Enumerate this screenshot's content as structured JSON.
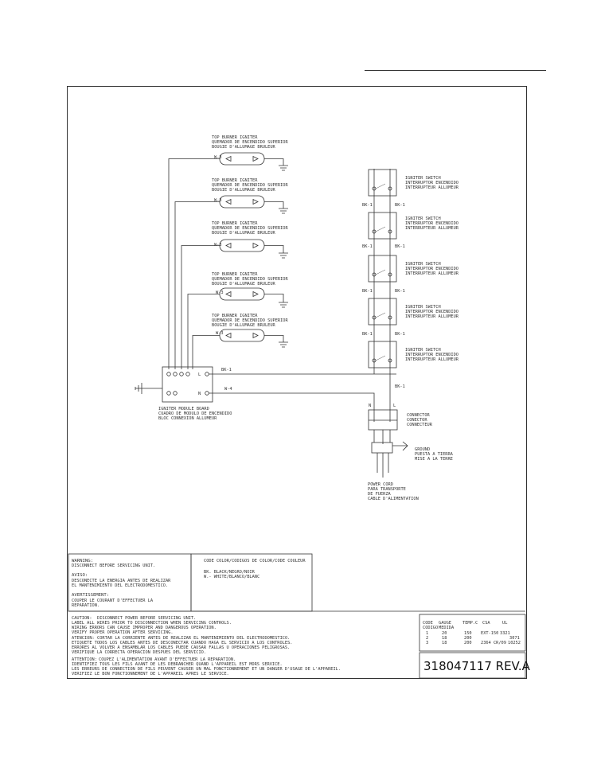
{
  "igniters": [
    {
      "lines": [
        "TOP BURNER IGNITER",
        "QUEMADOR DE ENCENDIDO SUPERIOR",
        "BOUGIE D'ALLUMAGE BRULEUR"
      ],
      "wire": "W-3"
    },
    {
      "lines": [
        "TOP BURNER IGNITER",
        "QUEMADOR DE ENCENDIDO SUPERIOR",
        "BOUGIE D'ALLUMAGE BRULEUR"
      ],
      "wire": "W-3"
    },
    {
      "lines": [
        "TOP BURNER IGNITER",
        "QUEMADOR DE ENCENDIDO SUPERIOR",
        "BOUGIE D'ALLUMAGE BRULEUR"
      ],
      "wire": "W-3"
    },
    {
      "lines": [
        "TOP BURNER IGNITER",
        "QUEMADOR DE ENCENDIDO SUPERIOR",
        "BOUGIE D'ALLUMAGE BRULEUR"
      ],
      "wire": "W-3"
    },
    {
      "lines": [
        "TOP BURNER IGNITER",
        "QUEMADOR DE ENCENDIDO SUPERIOR",
        "BOUGIE D'ALLUMAGE BRULEUR"
      ],
      "wire": "W-3"
    }
  ],
  "switches": [
    {
      "lines": [
        "IGNITER SWITCH",
        "INTERRUPTOR ENCENDIDO",
        "INTERRUPTEUR ALLUMEUR"
      ],
      "wires": [
        "BK-1",
        "BK-1"
      ]
    },
    {
      "lines": [
        "IGNITER SWITCH",
        "INTERRUPTOR ENCENDIDO",
        "INTERRUPTEUR ALLUMEUR"
      ],
      "wires": [
        "BK-1",
        "BK-1"
      ]
    },
    {
      "lines": [
        "IGNITER SWITCH",
        "INTERRUPTOR ENCENDIDO",
        "INTERRUPTEUR ALLUMEUR"
      ],
      "wires": [
        "BK-1",
        "BK-1"
      ]
    },
    {
      "lines": [
        "IGNITER SWITCH",
        "INTERRUPTOR ENCENDIDO",
        "INTERRUPTEUR ALLUMEUR"
      ],
      "wires": [
        "BK-1",
        "BK-1"
      ]
    },
    {
      "lines": [
        "IGNITER SWITCH",
        "INTERRUPTOR ENCENDIDO",
        "INTERRUPTEUR ALLUMEUR"
      ],
      "wires": [
        "BK-1",
        "BK-1"
      ]
    }
  ],
  "module": {
    "lines": [
      "IGNITER MODULE BOARD",
      "CUADRO DE MODULO DE ENCENDIDO",
      "BLOC CONNEXION ALLUMEUR"
    ],
    "terminal_l": "L",
    "terminal_n": "N",
    "wire_top": "BK-1",
    "wire_bottom": "W-4"
  },
  "connector": {
    "lines": [
      "CONNECTOR",
      "CONECTOR",
      "CONNECTEUR"
    ],
    "n": "N",
    "l": "L",
    "bk": "BK-1"
  },
  "ground": {
    "lines": [
      "GROUND",
      "PUESTA A TIERRA",
      "MISE A LA TERRE"
    ]
  },
  "power_cord": {
    "lines": [
      "POWER CORD",
      "PARA TRANSPORTE",
      "DE FUERZA",
      "CABLE D'ALIMENTATION"
    ]
  },
  "warnings": {
    "warning_title": "WARNING:",
    "warning_text": "DISCONNECT BEFORE SERVICING UNIT.",
    "aviso_title": "AVISO:",
    "aviso_lines": [
      "DESCONECTE LA ENERGIA ANTES DE REALIZAR",
      "EL MANTENIMIENTO DEL ELECTRODOMESTICO."
    ],
    "avert_title": "AVERTISSEMENT:",
    "avert_lines": [
      "COUPER LE COURANT D'EFFECTUER LA",
      "REPARATION."
    ]
  },
  "color_code": {
    "title": "CODE COLOR/CODIGOS DE COLOR/CODE COULEUR",
    "entries": [
      "BK.  BLACK/NEGRO/NOIR",
      "W.-  WHITE/BLANCO/BLANC"
    ]
  },
  "cautions": [
    {
      "label": "CAUTION:",
      "lines": [
        "DISCONNECT POWER BEFORE SERVICING UNIT.",
        "      LABEL ALL WIRES PRIOR TO DISCONNECTION WHEN SERVICING CONTROLS.",
        "      WIRING ERRORS CAN CAUSE IMPROPER AND DANGEROUS OPERATION.",
        "      VERIFY PROPER OPERATION AFTER SERVICING."
      ]
    },
    {
      "label": "ATENCION:",
      "lines": [
        "CORTAR LA CORRIENTE ANTES DE REALIZAR EL MANTENIMIENTO DEL ELECTRODOMESTICO.",
        "      ETIQUETE TODOS LOS CABLES ANTES DE DESCONECTAR CUANDO HAGA EL SERVICIO A LOS CONTROLES.",
        "      ERRORES AL VOLVER A ENSAMBLAR LOS CABLES PUEDE CAUSAR FALLAS U OPERACIONES PELIGROSAS.",
        "      VERIFIQUE LA CORRECTA OPERACION DESPUES DEL SERVICIO."
      ]
    },
    {
      "label": "ATTENTION:",
      "lines": [
        "COUPEZ L'ALIMENTATION AVANT D'EFFECTUER LA REPARATION.",
        "      IDENTIFIEZ TOUS LES FILS AVANT DE LES DEBRANCHER QUAND L'APPAREIL EST MORS SERVICE.",
        "      LES ERREURS DE CONNECTION DE FILS PEUVENT CAUSER UN MAL FONCTIONNEMENT ET UN DANGER D'USAGE DE L'APPAREIL.",
        "      VERIFIEZ LE BON FONCTIONNEMENT DE L'APPAREIL APRES LE SERVICE."
      ]
    }
  ],
  "gauge_table": {
    "headers": [
      "CODE",
      "GAUGE",
      "TEMP.C",
      "CSA",
      "UL"
    ],
    "subheaders": [
      "CODIGO",
      "MEDIDA"
    ],
    "rows": [
      [
        "1",
        "20",
        "150",
        "EXT-150",
        "3321"
      ],
      [
        "2",
        "18",
        "200",
        "",
        "3071"
      ],
      [
        "3",
        "18",
        "200",
        "2364 CR/09",
        "10252"
      ]
    ]
  },
  "part_number": "318047117 REV.A"
}
